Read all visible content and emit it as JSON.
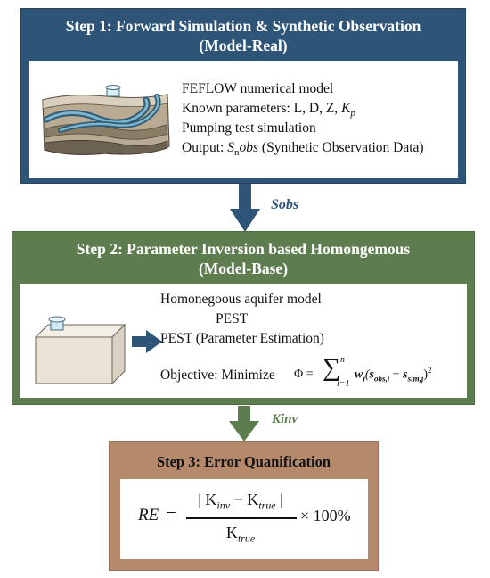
{
  "step1": {
    "title_line1": "Step 1: Forward Simulation & Synthetic Observation",
    "title_line2": "(Model-Real)",
    "line1": "FEFLOW numerical model",
    "line2_prefix": "Known parameters: L, D, Z, ",
    "line2_k": "K",
    "line2_sub": "p",
    "line3": "Pumping test simulation",
    "line4_prefix": "Output: ",
    "line4_s": "S",
    "line4_sub": "n",
    "line4_obs": "obs",
    "line4_suffix": " (Synthetic Observation Data)"
  },
  "connector1": {
    "label": "Sobs",
    "color": "#2e5578"
  },
  "step2": {
    "title_line1": "Step 2: Parameter Inversion based Homongemous",
    "title_line2": "(Model-Base)",
    "line1": "Homonegoous aquifer model",
    "line2": "PEST",
    "line3": "PEST (Parameter Estimation)",
    "objective_label": "Objective: Minimize",
    "formula_phi": "Φ = ",
    "formula_sum": "∑",
    "formula_sum_top": "n",
    "formula_sum_bottom": "i=1",
    "formula_w": "w",
    "formula_w_sub": "i",
    "formula_open": "(",
    "formula_s1": "s",
    "formula_s1_sub": "obs,i",
    "formula_minus": " − ",
    "formula_s2": "s",
    "formula_s2_sub": "sim,j",
    "formula_close": ")",
    "formula_exp": "2"
  },
  "connector2": {
    "label": "Kinv",
    "color": "#5d7d4f"
  },
  "step3": {
    "title": "Step 3: Error Quanification",
    "re": "RE",
    "equals": "=",
    "num_open": "| K",
    "num_k1_sub": "inv",
    "num_minus": " − K",
    "num_k2_sub": "true",
    "num_close": " |",
    "den_k": "K",
    "den_sub": "true",
    "times": "× 100%"
  },
  "colors": {
    "step1_blue": "#2e5578",
    "step2_green": "#5d7d4f",
    "step3_brown": "#b58a6c"
  }
}
